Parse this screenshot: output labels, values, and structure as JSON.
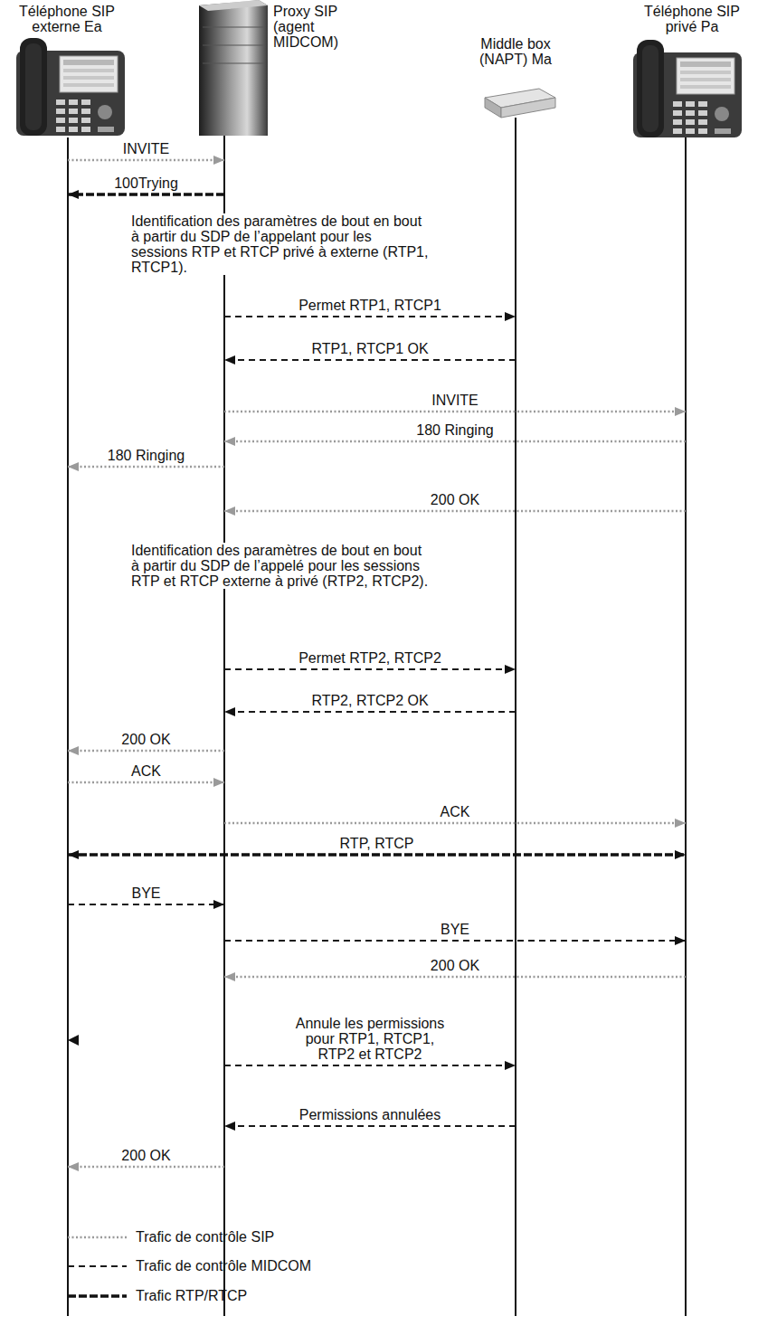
{
  "diagram": {
    "nodes": [
      {
        "text": [
          "Téléphone SIP externe Ea"
        ]
      },
      {
        "text": [
          "Proxy SIP (agent MIDCOM)"
        ]
      },
      {
        "text": [
          "Middle box (NAPT) Ma"
        ]
      },
      {
        "text": [
          "Téléphone SIP privé Pa"
        ]
      }
    ],
    "edges": [
      {
        "from": 0,
        "to": 1,
        "label": "INVITE",
        "arrow": "to"
      },
      {
        "from": 1,
        "to": 0,
        "label": "100Trying",
        "arrow": "to"
      },
      {
        "from": 1,
        "to": 2,
        "label": "Permet RTP1, RTCP1",
        "arrow": "to"
      },
      {
        "from": 2,
        "to": 1,
        "label": "RTP1, RTCP1 OK",
        "arrow": "to"
      },
      {
        "from": 1,
        "to": 3,
        "label": "INVITE",
        "arrow": "to"
      },
      {
        "from": 3,
        "to": 1,
        "label": "180 Ringing",
        "arrow": "to"
      },
      {
        "from": 1,
        "to": 0,
        "label": "180 Ringing",
        "arrow": "to"
      },
      {
        "from": 3,
        "to": 1,
        "label": "200 OK",
        "arrow": "to"
      },
      {
        "from": 1,
        "to": 2,
        "label": "Permet RTP2, RTCP2",
        "arrow": "to"
      },
      {
        "from": 2,
        "to": 1,
        "label": "RTP2, RTCP2 OK",
        "arrow": "to"
      },
      {
        "from": 1,
        "to": 0,
        "label": "200 OK",
        "arrow": "to"
      },
      {
        "from": 0,
        "to": 1,
        "label": "ACK",
        "arrow": "to"
      },
      {
        "from": 1,
        "to": 3,
        "label": "ACK",
        "arrow": "to"
      },
      {
        "from": 0,
        "to": 3,
        "label": "RTP, RTCP",
        "arrow": "both"
      },
      {
        "from": 0,
        "to": 1,
        "label": "BYE",
        "arrow": "to"
      },
      {
        "from": 1,
        "to": 3,
        "label": "BYE",
        "arrow": "to"
      },
      {
        "from": 3,
        "to": 1,
        "label": "200 OK",
        "arrow": "to"
      },
      {
        "from": 1,
        "to": 2,
        "label": "Annule les permissions pour RTP1, RTCP1, RTP2 et RTCP2",
        "arrow": "to"
      },
      {
        "from": 2,
        "to": 1,
        "label": "Permissions annulées",
        "arrow": "to"
      },
      {
        "from": 1,
        "to": 0,
        "label": "200 OK",
        "arrow": "to"
      }
    ],
    "labels": [
      "Identification des paramètres de bout en bout à partir du SDP de l’appelant pour les sessions RTP et RTCP privé à externe (RTP1, RTCP1).",
      "Identification des paramètres de bout en bout à partir du SDP de l’appelé pour les sessions RTP et RTCP externe à privé (RTP2, RTCP2)."
    ],
    "legend": [
      {
        "text": "Trafic de contrôle SIP"
      },
      {
        "text": "Trafic de contrôle MIDCOM"
      },
      {
        "text": "Trafic RTP/RTCP"
      }
    ]
  }
}
